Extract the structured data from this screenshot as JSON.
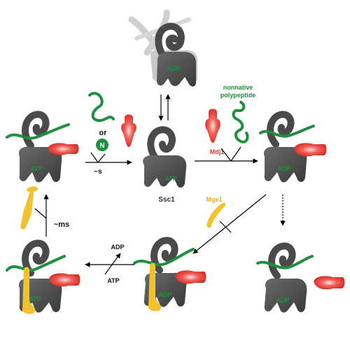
{
  "colors": {
    "hsp70": "#4a4a4a",
    "hsp70_ghost": "#c8c8c8",
    "substrate": "#1f8f3f",
    "mdj1": "#e8453c",
    "mge1": "#f2c12e",
    "nucleotide_text": "#1f8f3f",
    "mdj1_text": "#e03a30",
    "mge1_text": "#e0b020",
    "nonnative_text": "#1f8f3f"
  },
  "labels": {
    "top_nucleotide": "ADP",
    "center_nucleotide": "ATP",
    "center_protein": "Ssc1",
    "left_nucleotide": "ATP",
    "right_nucleotide": "ADP",
    "bottom_center_nucleotide": "ADP",
    "bottom_right_nucleotide": "ADP",
    "bottom_left_nucleotide": "ATP",
    "nonnative_line1": "nonnative",
    "nonnative_line2": "polypeptide",
    "mdj1": "Mdj1",
    "mge1": "Mge1",
    "or": "or",
    "n_badge": "N",
    "rate_s": "~s",
    "rate_ms": "~ms",
    "adp_release": "ADP",
    "atp_binding": "ATP"
  }
}
